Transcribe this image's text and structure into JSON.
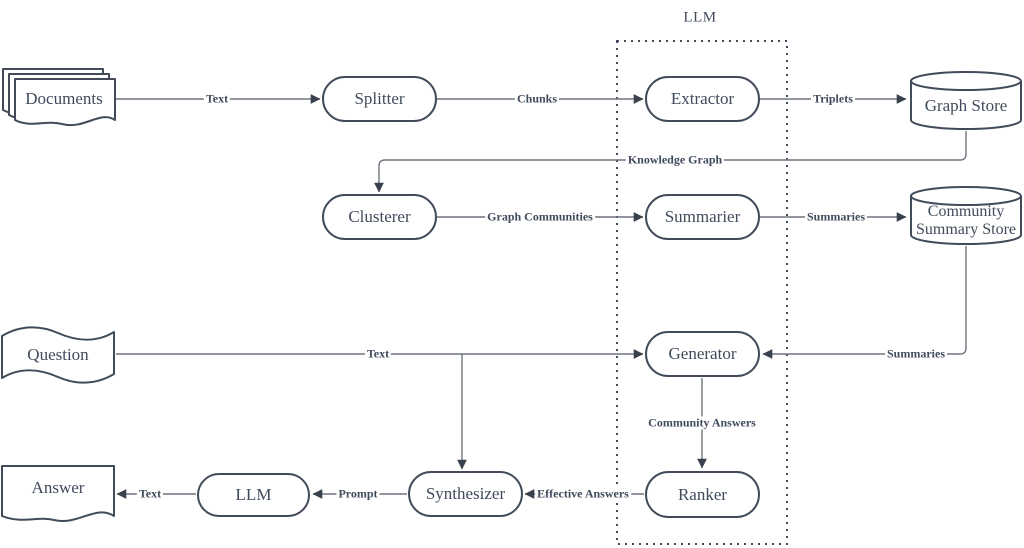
{
  "diagram_title": "LLM",
  "colors": {
    "stroke": "#414b59",
    "text": "#404b5c",
    "line": "#6e747e",
    "arrow": "#39414d",
    "canvas": "#ffffff"
  },
  "nodes": {
    "documents": {
      "label": "Documents",
      "shape": "multi-document"
    },
    "splitter": {
      "label": "Splitter",
      "shape": "terminator"
    },
    "extractor": {
      "label": "Extractor",
      "shape": "terminator"
    },
    "graph_store": {
      "label": "Graph Store",
      "shape": "cylinder"
    },
    "clusterer": {
      "label": "Clusterer",
      "shape": "terminator"
    },
    "summarier": {
      "label": "Summarier",
      "shape": "terminator"
    },
    "community_summary_store": {
      "label": "Community Summary Store",
      "shape": "cylinder"
    },
    "question": {
      "label": "Question",
      "shape": "tape"
    },
    "generator": {
      "label": "Generator",
      "shape": "terminator"
    },
    "ranker": {
      "label": "Ranker",
      "shape": "terminator"
    },
    "synthesizer": {
      "label": "Synthesizer",
      "shape": "terminator"
    },
    "llm": {
      "label": "LLM",
      "shape": "terminator"
    },
    "answer": {
      "label": "Answer",
      "shape": "document"
    }
  },
  "edges": {
    "documents_to_splitter": {
      "label": "Text"
    },
    "splitter_to_extractor": {
      "label": "Chunks"
    },
    "extractor_to_graph_store": {
      "label": "Triplets"
    },
    "graph_store_to_clusterer": {
      "label": "Knowledge Graph"
    },
    "clusterer_to_summarier": {
      "label": "Graph Communities"
    },
    "summarier_to_community_summary_store": {
      "label": "Summaries"
    },
    "question_to_generator": {
      "label": "Text"
    },
    "community_summary_store_to_generator": {
      "label": "Summaries"
    },
    "generator_to_ranker": {
      "label": "Community Answers"
    },
    "ranker_to_synthesizer": {
      "label": "Effective Answers"
    },
    "synthesizer_to_llm": {
      "label": "Prompt"
    },
    "llm_to_answer": {
      "label": "Text"
    }
  }
}
